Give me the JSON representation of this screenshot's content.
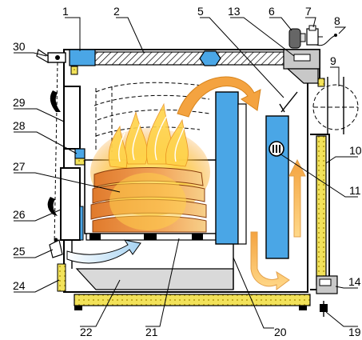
{
  "diagram": {
    "colors": {
      "outline": "#000000",
      "steel_blue": "#4aa6e6",
      "pale_blue": "#b9d6ef",
      "insulation_yellow": "#f2e25a",
      "grey_fill": "#c8c8c8",
      "ash_pan_grey": "#d9d9d9",
      "flame_orange": "#f5a623",
      "flame_yellow": "#ffe066",
      "wood_brown": "#d2691e",
      "accent_ring": "#000000"
    },
    "callouts": [
      {
        "id": "c1",
        "label": "1"
      },
      {
        "id": "c2",
        "label": "2"
      },
      {
        "id": "c5",
        "label": "5"
      },
      {
        "id": "c13",
        "label": "13"
      },
      {
        "id": "c6",
        "label": "6"
      },
      {
        "id": "c7",
        "label": "7"
      },
      {
        "id": "c8",
        "label": "8"
      },
      {
        "id": "c9",
        "label": "9"
      },
      {
        "id": "c30",
        "label": "30"
      },
      {
        "id": "c29",
        "label": "29"
      },
      {
        "id": "c28",
        "label": "28"
      },
      {
        "id": "c27",
        "label": "27"
      },
      {
        "id": "c10",
        "label": "10"
      },
      {
        "id": "c11",
        "label": "11"
      },
      {
        "id": "c26",
        "label": "26"
      },
      {
        "id": "c25",
        "label": "25"
      },
      {
        "id": "c24",
        "label": "24"
      },
      {
        "id": "c14",
        "label": "14"
      },
      {
        "id": "c22",
        "label": "22"
      },
      {
        "id": "c21",
        "label": "21"
      },
      {
        "id": "c20",
        "label": "20"
      },
      {
        "id": "c19",
        "label": "19"
      }
    ]
  }
}
